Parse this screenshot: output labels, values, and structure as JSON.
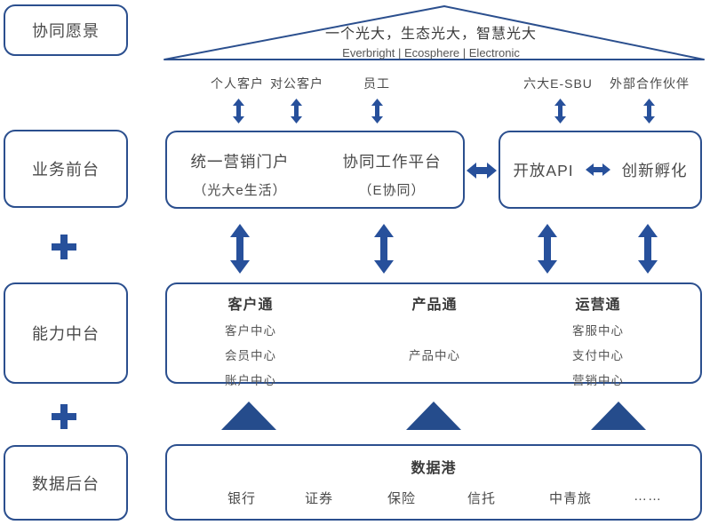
{
  "colors": {
    "border_blue": "#2B4F8E",
    "arrow_blue": "#27509B",
    "triangle_blue": "#254C8C",
    "text_dark": "#3A3A3A",
    "text_gray": "#4A4A4A",
    "text_light": "#555555"
  },
  "left_rail": {
    "items": [
      {
        "label": "协同愿景"
      },
      {
        "label": "业务前台"
      },
      {
        "label": "能力中台"
      },
      {
        "label": "数据后台"
      }
    ]
  },
  "roof": {
    "title_cn": "一个光大，生态光大，智慧光大",
    "title_en": "Everbright | Ecosphere | Electronic"
  },
  "stakeholders": [
    "个人客户",
    "对公客户",
    "员工",
    "六大E-SBU",
    "外部合作伙伴"
  ],
  "front_office": {
    "portal": {
      "title": "统一营销门户",
      "subtitle": "（光大e生活）"
    },
    "collab": {
      "title": "协同工作平台",
      "subtitle": "（E协同）"
    },
    "open_api": "开放API",
    "incubation": "创新孵化"
  },
  "middle_platform": {
    "columns": [
      {
        "title": "客户通",
        "items": [
          "客户中心",
          "会员中心",
          "账户中心"
        ]
      },
      {
        "title": "产品通",
        "items": [
          "产品中心"
        ]
      },
      {
        "title": "运营通",
        "items": [
          "客服中心",
          "支付中心",
          "营销中心"
        ]
      }
    ]
  },
  "data_backend": {
    "title": "数据港",
    "items": [
      "银行",
      "证券",
      "保险",
      "信托",
      "中青旅",
      "……"
    ]
  }
}
